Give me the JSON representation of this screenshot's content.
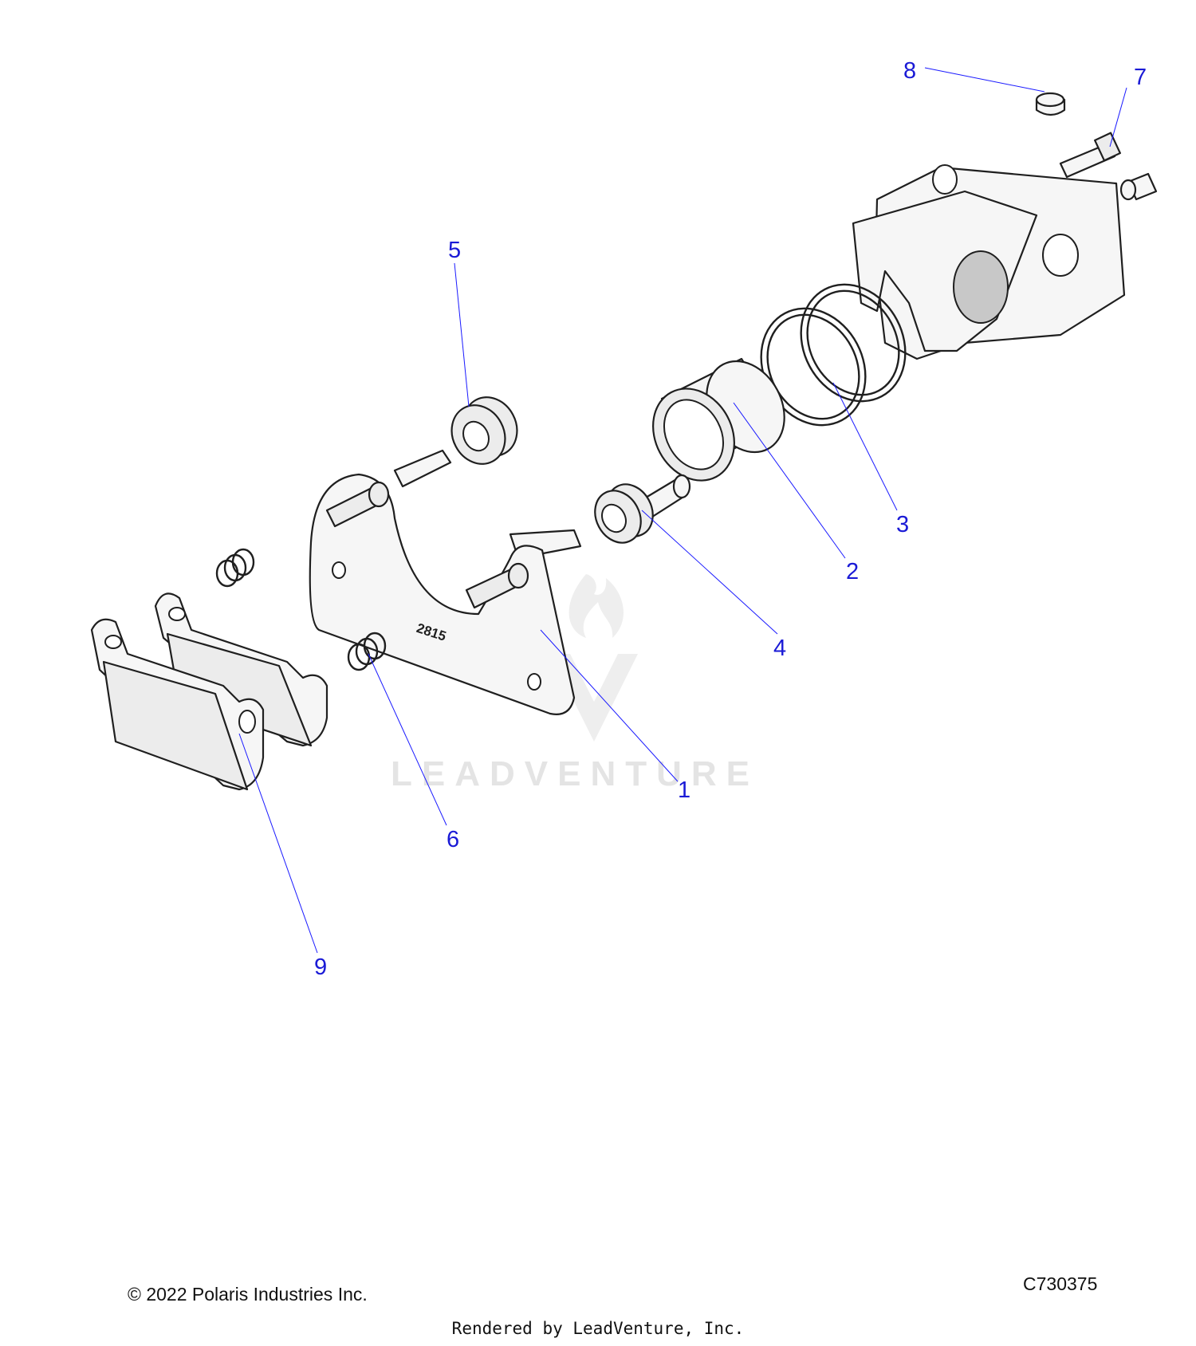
{
  "callouts": [
    {
      "label": "1",
      "part": "caliper-bracket"
    },
    {
      "label": "2",
      "part": "piston"
    },
    {
      "label": "3",
      "part": "piston-seal-rings"
    },
    {
      "label": "4",
      "part": "slide-pin-boot"
    },
    {
      "label": "5",
      "part": "slide-pin-bushing"
    },
    {
      "label": "6",
      "part": "pad-springs"
    },
    {
      "label": "7",
      "part": "bleeder-screw"
    },
    {
      "label": "8",
      "part": "bleeder-cap"
    },
    {
      "label": "9",
      "part": "brake-pads"
    }
  ],
  "bracket_stamp": "2815",
  "watermark": {
    "text": "LEADVENTURE"
  },
  "footer": {
    "copyright": "© 2022 Polaris Industries Inc.",
    "diagram_id": "C730375",
    "render_credit": "Rendered by LeadVenture, Inc."
  },
  "colors": {
    "callout": "#1a1ad6",
    "leader": "#1a1aff",
    "line_art": "#1f1f1f",
    "watermark": "#e4e4e4"
  }
}
